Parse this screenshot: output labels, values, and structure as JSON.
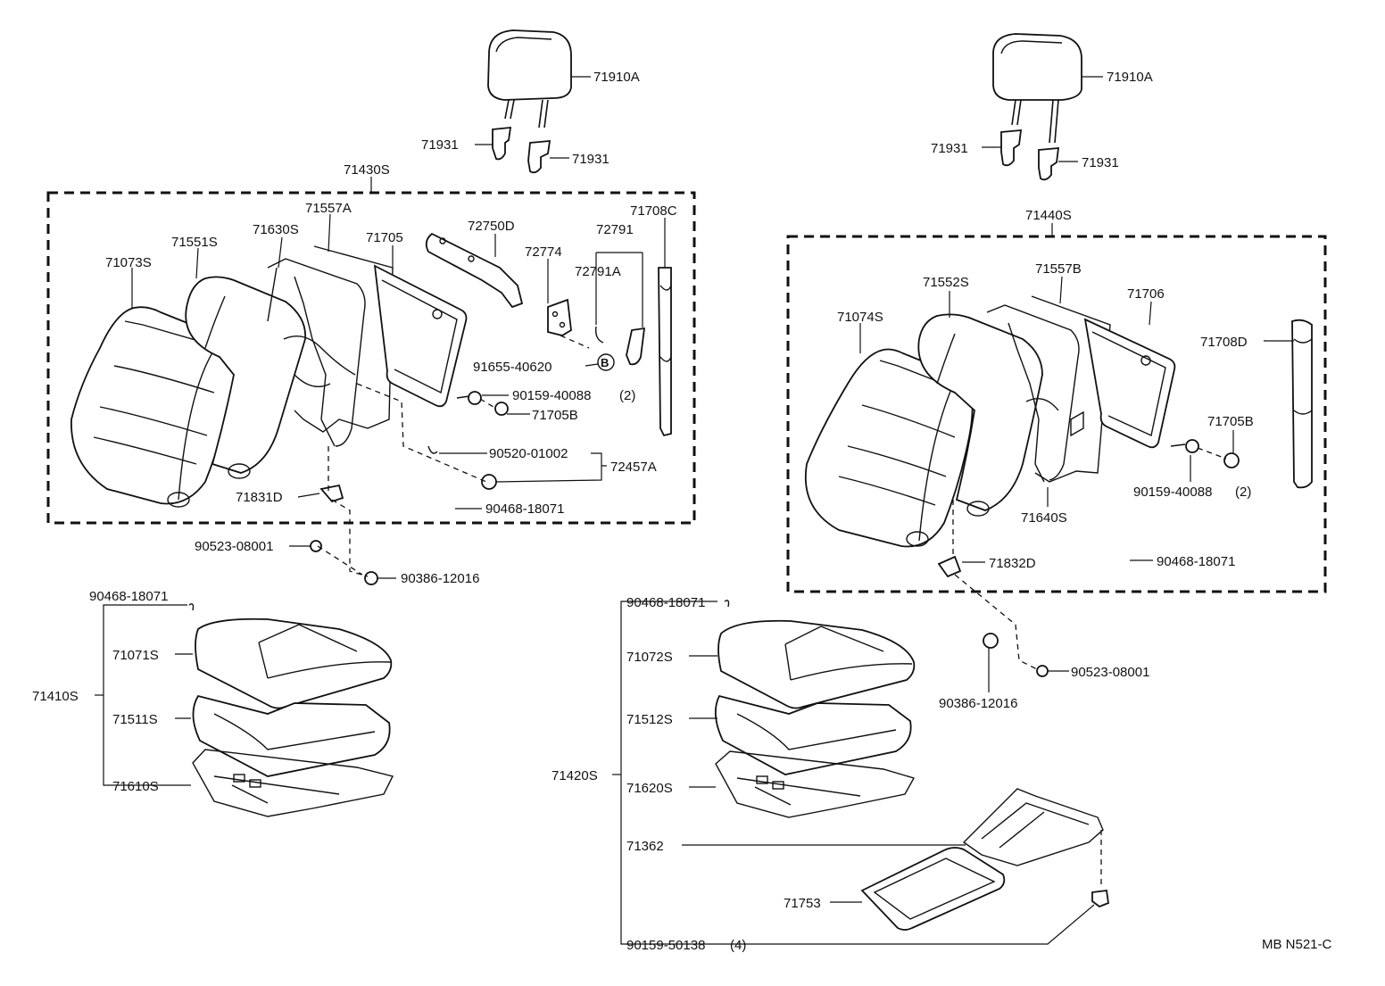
{
  "diagram_code": "MB N521-C",
  "left": {
    "headrest": "71910A",
    "support_1": "71931",
    "support_2": "71931",
    "back_assy": "71430S",
    "back_cover": "71073S",
    "back_pad": "71551S",
    "back_frame": "71630S",
    "board": "71557A",
    "back_board": "71705",
    "hinge": "72750D",
    "bracket": "72774",
    "strap": "72791",
    "strap_a": "72791A",
    "belt": "71708C",
    "bolt": "91655-40620",
    "ref_b": "B",
    "screw": "90159-40088",
    "screw_qty": "(2)",
    "cap": "71705B",
    "clip": "90520-01002",
    "lever": "72457A",
    "cover_plate": "71831D",
    "ring": "90468-18071",
    "nut_clip": "90523-08001",
    "nut": "90386-12016",
    "cushion_assy": "71410S",
    "cushion_ring": "90468-18071",
    "cushion_cover": "71071S",
    "cushion_pad": "71511S",
    "cushion_frame": "71610S"
  },
  "right": {
    "headrest": "71910A",
    "support_1": "71931",
    "support_2": "71931",
    "back_assy": "71440S",
    "back_cover": "71074S",
    "back_pad": "71552S",
    "board": "71557B",
    "back_board": "71706",
    "belt": "71708D",
    "cap": "71705B",
    "screw": "90159-40088",
    "screw_qty": "(2)",
    "back_frame": "71640S",
    "cover_plate": "71832D",
    "ring": "90468-18071",
    "nut": "90386-12016",
    "nut_clip": "90523-08001",
    "cushion_assy": "71420S",
    "cushion_ring": "90468-18071",
    "cushion_cover": "71072S",
    "cushion_pad": "71512S",
    "cushion_frame": "71620S",
    "under_frame": "71362",
    "tray": "71753",
    "bolt": "90159-50138",
    "bolt_qty": "(4)"
  }
}
